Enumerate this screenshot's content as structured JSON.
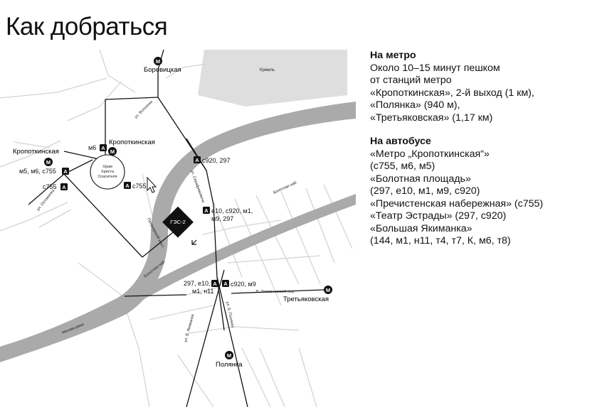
{
  "title": "Как добраться",
  "metro": {
    "heading": "На метро",
    "text": "Около 10–15 минут пешком\nот станций метро\n«Кропоткинская», 2-й выход (1 км),\n«Полянка» (940 м),\n«Третьяковская» (1,17 км)"
  },
  "bus": {
    "heading": "На автобусе",
    "text": "«Метро „Кропоткинская“»\n(с755, м6, м5)\n«Болотная площадь»\n(297, е10, м1, м9, с920)\n«Пречистенская набережная» (с755)\n«Театр Эстрады» (297, с920)\n«Большая Якиманка»\n(144, м1, н11, т4, т7, К, м6, т8)"
  },
  "map": {
    "kremlin": "Кремль",
    "venue": "ГЭС-2",
    "cathedral": "Храм\nХриста\nСпасителя",
    "metro_letter": "М",
    "bus_letter": "А",
    "stations": {
      "borovitskaya": "Боровицкая",
      "kropotkinskaya_1": "Кропоткинская",
      "kropotkinskaya_2": "Кропоткинская",
      "tretyakovskaya": "Третьяковская",
      "polyanka": "Полянка"
    },
    "bus_stops": {
      "m6": "м6",
      "m5": "м5, м6, с755",
      "c755_left": "с755",
      "c755_center": "с755",
      "c920_297": "с920, 297",
      "e10_a": "е10, с920, м1,",
      "e10_b": "м9, 297",
      "s297_a": "297, е10,",
      "s297_b": "м1, н11",
      "c920_m9": "с920, м9"
    },
    "streets": {
      "volkhonka": "ул. Волхонка",
      "ostozhenka": "ул. Остоженка",
      "serafimovicha": "ул. Серафимовича",
      "bolotnaya": "Болотная наб.",
      "bolotnaya2": "Болотная наб.",
      "patriarshy": "Патриарший мост",
      "moskva": "Москва-река",
      "tolmachevsky": "Б. Толмачевский пер.",
      "b_yakimanka": "ул. Б. Якиманка",
      "b_polyanka": "ул. Б. Полянка"
    }
  },
  "colors": {
    "river": "#aaaaaa",
    "kremlin": "#dedede",
    "lines": "#d8d8d8",
    "ink": "#111111"
  }
}
